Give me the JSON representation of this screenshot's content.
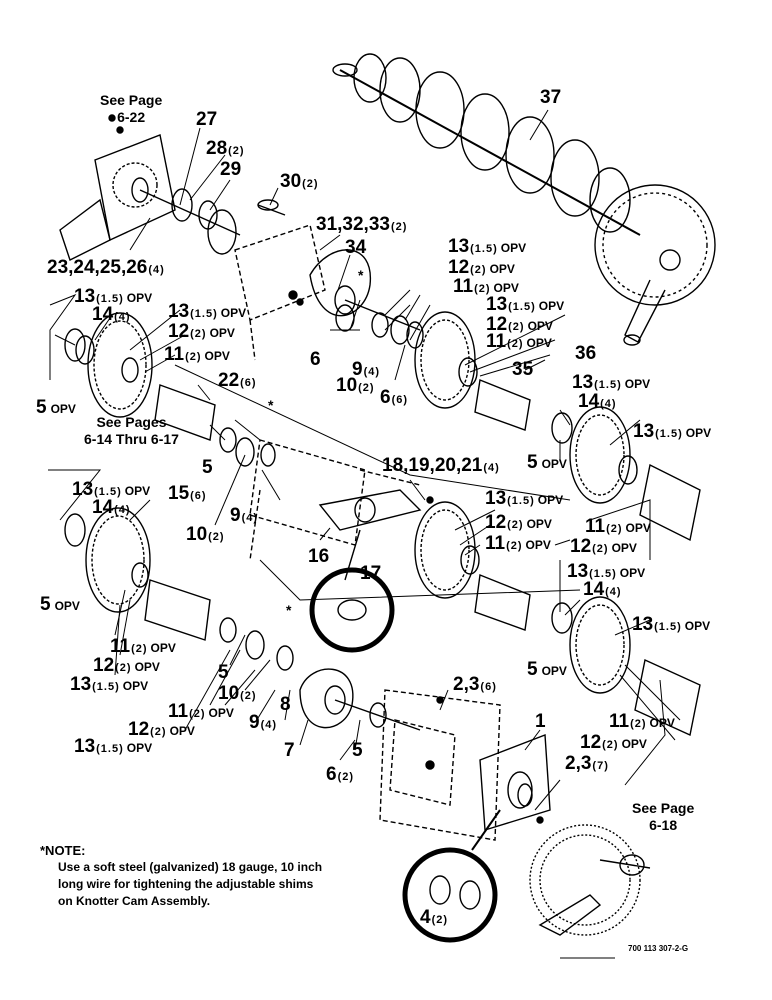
{
  "callouts": [
    {
      "id": "c37",
      "num": "37",
      "qty": "",
      "sfx": ""
    },
    {
      "id": "c27",
      "num": "27",
      "qty": "",
      "sfx": ""
    },
    {
      "id": "c28",
      "num": "28",
      "qty": "(2)",
      "sfx": ""
    },
    {
      "id": "c29",
      "num": "29",
      "qty": "",
      "sfx": ""
    },
    {
      "id": "c30",
      "num": "30",
      "qty": "(2)",
      "sfx": ""
    },
    {
      "id": "c31",
      "num": "31,32,33",
      "qty": "(2)",
      "sfx": ""
    },
    {
      "id": "c34",
      "num": "34",
      "qty": "",
      "sfx": ""
    },
    {
      "id": "c23",
      "num": "23,24,25,26",
      "qty": "(4)",
      "sfx": ""
    },
    {
      "id": "cA1",
      "num": "13",
      "qty": "(1.5)",
      "sfx": "OPV"
    },
    {
      "id": "cA2",
      "num": "12",
      "qty": "(2)",
      "sfx": "OPV"
    },
    {
      "id": "cA3",
      "num": "11",
      "qty": "(2)",
      "sfx": "OPV"
    },
    {
      "id": "cB1",
      "num": "13",
      "qty": "(1.5)",
      "sfx": "OPV"
    },
    {
      "id": "cB2",
      "num": "14",
      "qty": "(4)",
      "sfx": ""
    },
    {
      "id": "cB3",
      "num": "13",
      "qty": "(1.5)",
      "sfx": "OPV"
    },
    {
      "id": "cB4",
      "num": "12",
      "qty": "(2)",
      "sfx": "OPV"
    },
    {
      "id": "cB5",
      "num": "11",
      "qty": "(2)",
      "sfx": "OPV"
    },
    {
      "id": "cB6",
      "num": "5",
      "qty": "",
      "sfx": "OPV"
    },
    {
      "id": "c6a",
      "num": "6",
      "qty": "",
      "sfx": ""
    },
    {
      "id": "c10a",
      "num": "10",
      "qty": "(2)",
      "sfx": ""
    },
    {
      "id": "c9a",
      "num": "9",
      "qty": "(4)",
      "sfx": ""
    },
    {
      "id": "c6b",
      "num": "6",
      "qty": "(6)",
      "sfx": ""
    },
    {
      "id": "cC1",
      "num": "13",
      "qty": "(1.5)",
      "sfx": "OPV"
    },
    {
      "id": "cC2",
      "num": "12",
      "qty": "(2)",
      "sfx": "OPV"
    },
    {
      "id": "cC3",
      "num": "11",
      "qty": "(2)",
      "sfx": "OPV"
    },
    {
      "id": "c36",
      "num": "36",
      "qty": "",
      "sfx": ""
    },
    {
      "id": "c35",
      "num": "35",
      "qty": "",
      "sfx": ""
    },
    {
      "id": "cD1",
      "num": "13",
      "qty": "(1.5)",
      "sfx": "OPV"
    },
    {
      "id": "cD2",
      "num": "14",
      "qty": "(4)",
      "sfx": ""
    },
    {
      "id": "cD3",
      "num": "13",
      "qty": "(1.5)",
      "sfx": "OPV"
    },
    {
      "id": "cD4",
      "num": "5",
      "qty": "",
      "sfx": "OPV"
    },
    {
      "id": "c22",
      "num": "22",
      "qty": "(6)",
      "sfx": ""
    },
    {
      "id": "c5a",
      "num": "5",
      "qty": "",
      "sfx": ""
    },
    {
      "id": "c18",
      "num": "18,19,20,21",
      "qty": "(4)",
      "sfx": ""
    },
    {
      "id": "cE1",
      "num": "13",
      "qty": "(1.5)",
      "sfx": "OPV"
    },
    {
      "id": "cE2",
      "num": "12",
      "qty": "(2)",
      "sfx": "OPV"
    },
    {
      "id": "cE3",
      "num": "11",
      "qty": "(2)",
      "sfx": "OPV"
    },
    {
      "id": "c9b",
      "num": "9",
      "qty": "(4)",
      "sfx": ""
    },
    {
      "id": "c10b",
      "num": "10",
      "qty": "(2)",
      "sfx": ""
    },
    {
      "id": "c16",
      "num": "16",
      "qty": "",
      "sfx": ""
    },
    {
      "id": "c17",
      "num": "17",
      "qty": "",
      "sfx": ""
    },
    {
      "id": "cF1",
      "num": "13",
      "qty": "(1.5)",
      "sfx": "OPV"
    },
    {
      "id": "cF2",
      "num": "14",
      "qty": "(4)",
      "sfx": ""
    },
    {
      "id": "cF3",
      "num": "15",
      "qty": "(6)",
      "sfx": ""
    },
    {
      "id": "cF4",
      "num": "5",
      "qty": "",
      "sfx": "OPV"
    },
    {
      "id": "cG1",
      "num": "11",
      "qty": "(2)",
      "sfx": "OPV"
    },
    {
      "id": "cG2",
      "num": "12",
      "qty": "(2)",
      "sfx": "OPV"
    },
    {
      "id": "cG3",
      "num": "13",
      "qty": "(1.5)",
      "sfx": "OPV"
    },
    {
      "id": "cH1",
      "num": "11",
      "qty": "(2)",
      "sfx": "OPV"
    },
    {
      "id": "cH2",
      "num": "12",
      "qty": "(2)",
      "sfx": "OPV"
    },
    {
      "id": "cH3",
      "num": "13",
      "qty": "(1.5)",
      "sfx": "OPV"
    },
    {
      "id": "cH4",
      "num": "14",
      "qty": "(4)",
      "sfx": ""
    },
    {
      "id": "cH5",
      "num": "5",
      "qty": "",
      "sfx": "OPV"
    },
    {
      "id": "cI1",
      "num": "13",
      "qty": "(1.5)",
      "sfx": "OPV"
    },
    {
      "id": "cI2",
      "num": "11",
      "qty": "(2)",
      "sfx": "OPV"
    },
    {
      "id": "cI3",
      "num": "12",
      "qty": "(2)",
      "sfx": "OPV"
    },
    {
      "id": "c5b",
      "num": "5",
      "qty": "",
      "sfx": ""
    },
    {
      "id": "c10c",
      "num": "10",
      "qty": "(2)",
      "sfx": ""
    },
    {
      "id": "c11b",
      "num": "11",
      "qty": "(2)",
      "sfx": "OPV"
    },
    {
      "id": "c9c",
      "num": "9",
      "qty": "(4)",
      "sfx": ""
    },
    {
      "id": "c8",
      "num": "8",
      "qty": "",
      "sfx": ""
    },
    {
      "id": "c12b",
      "num": "12",
      "qty": "(2)",
      "sfx": "OPV"
    },
    {
      "id": "c13b",
      "num": "13",
      "qty": "(1.5)",
      "sfx": "OPV"
    },
    {
      "id": "c7",
      "num": "7",
      "qty": "",
      "sfx": ""
    },
    {
      "id": "c5c",
      "num": "5",
      "qty": "",
      "sfx": ""
    },
    {
      "id": "c6c",
      "num": "6",
      "qty": "(2)",
      "sfx": ""
    },
    {
      "id": "c23b",
      "num": "2,3",
      "qty": "(6)",
      "sfx": ""
    },
    {
      "id": "c1",
      "num": "1",
      "qty": "",
      "sfx": ""
    },
    {
      "id": "c23c",
      "num": "2,3",
      "qty": "(7)",
      "sfx": ""
    },
    {
      "id": "c4",
      "num": "4",
      "qty": "(2)",
      "sfx": ""
    }
  ],
  "references": {
    "page_6_22": "See Page\n6-22",
    "pages_6_14": "See Pages\n6-14 Thru 6-17",
    "page_6_18": "See Page\n6-18"
  },
  "stars": [
    "*",
    "*",
    "*"
  ],
  "note": {
    "heading": "*NOTE:",
    "body": "Use a soft steel (galvanized) 18 gauge, 10 inch long wire for tightening the adjustable shims on Knotter Cam Assembly."
  },
  "drawing_code": "700 113 307-2-G"
}
